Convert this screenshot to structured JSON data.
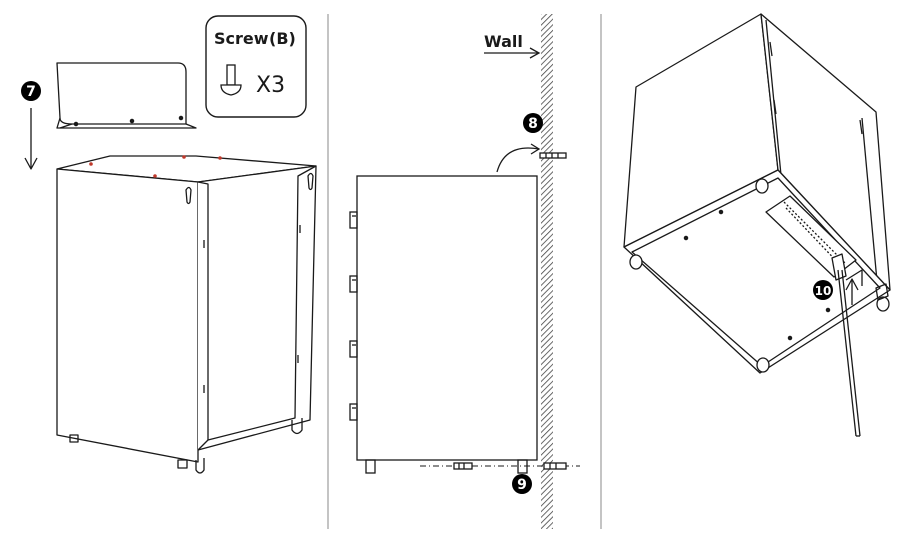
{
  "screw_box": {
    "title": "Screw",
    "code": "(B)",
    "quantity": "X3"
  },
  "wall_label": "Wall",
  "steps": {
    "step7": "7",
    "step8": "8",
    "step9": "9",
    "step10": "10"
  },
  "icons": {
    "screw": "screw-icon",
    "arrow_down": "arrow-down-icon",
    "arrow_right": "arrow-right-icon",
    "curved_arrow": "curved-arrow-icon",
    "arrow_up": "arrow-up-icon"
  },
  "colors": {
    "line": "#1a1a1a",
    "badge": "#000000",
    "badge_text": "#ffffff",
    "screw_dot": "#c0392b",
    "wall_hatch": "#555555"
  }
}
